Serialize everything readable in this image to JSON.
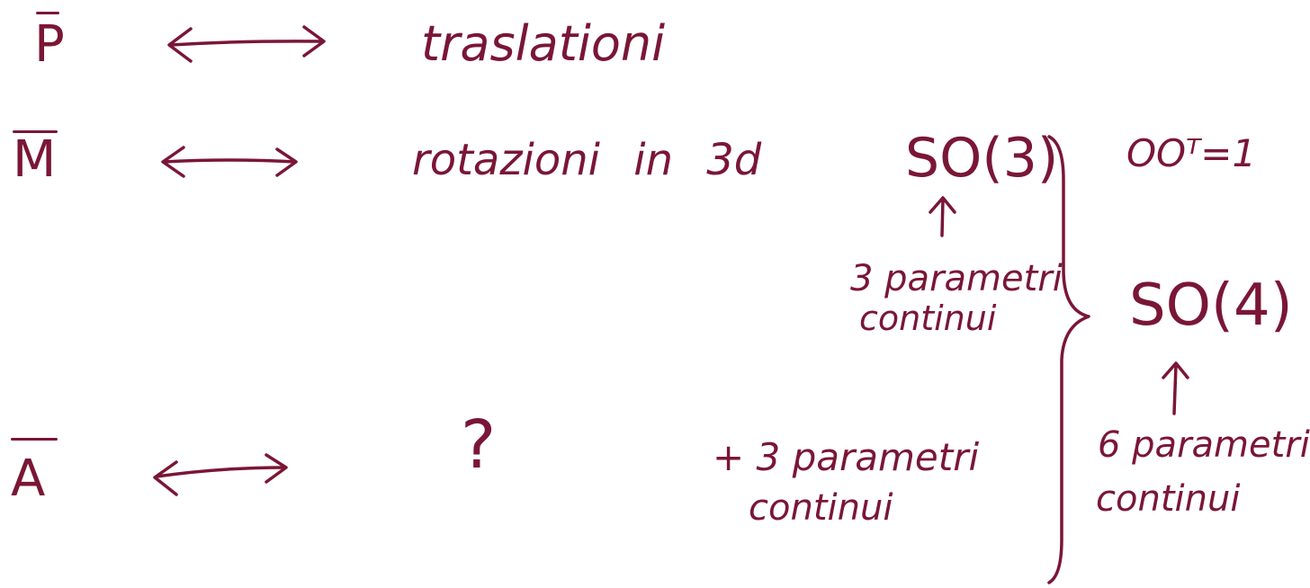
{
  "rows": {
    "p": {
      "symbol": "P",
      "meaning": "traslationi"
    },
    "m": {
      "symbol": "M",
      "meaning": "rotazioni  in 3d"
    },
    "a": {
      "symbol": "A",
      "meaning": "?"
    }
  },
  "so3": {
    "label": "SO(3)",
    "condition": "OOᵀ=1",
    "params_line1": "3 parametri",
    "params_line2": "continui"
  },
  "extra": {
    "line1": "+ 3 parametri",
    "line2": "continui"
  },
  "so4": {
    "label": "SO(4)",
    "params_line1": "6 parametri",
    "params_line2": "continui"
  },
  "colors": {
    "ink": "#7a1636",
    "background": "#ffffff"
  }
}
